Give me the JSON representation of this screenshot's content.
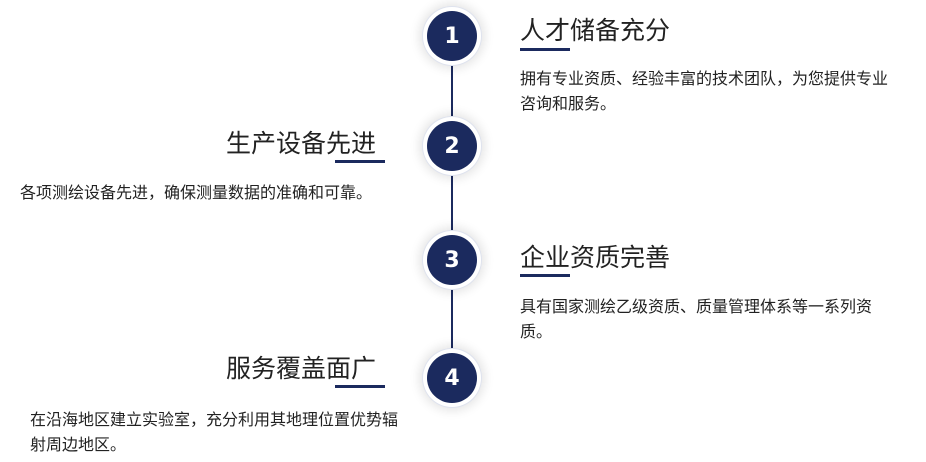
{
  "colors": {
    "accent": "#1b2a5e",
    "text": "#222222"
  },
  "steps": [
    {
      "number": "1",
      "title": "人才储备充分",
      "description": "拥有专业资质、经验丰富的技术团队，为您提供专业咨询和服务。"
    },
    {
      "number": "2",
      "title": "生产设备先进",
      "description": "各项测绘设备先进，确保测量数据的准确和可靠。"
    },
    {
      "number": "3",
      "title": "企业资质完善",
      "description": "具有国家测绘乙级资质、质量管理体系等一系列资质。"
    },
    {
      "number": "4",
      "title": "服务覆盖面广",
      "description": "在沿海地区建立实验室，充分利用其地理位置优势辐射周边地区。"
    }
  ]
}
